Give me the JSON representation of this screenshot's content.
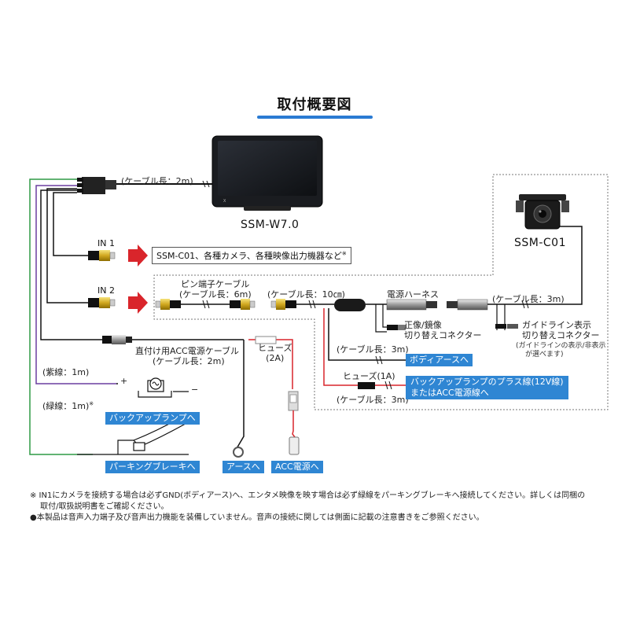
{
  "title": "取付概要図",
  "monitor": {
    "model": "SSM-W7.0",
    "cable_length": "(ケーブル長：2m)"
  },
  "camera": {
    "model": "SSM-C01"
  },
  "inputs": {
    "in1_label": "IN 1",
    "in1_dest": "SSM-C01、各種カメラ、各種映像出力機器など",
    "in1_note_mark": "※",
    "in2_label": "IN 2"
  },
  "pin_cable": {
    "line1": "ピン端子ケーブル",
    "line2": "(ケーブル長：6m)"
  },
  "cable_10cm": "(ケーブル長：10㎝)",
  "harness": "電源ハーネス",
  "camera_cable": "(ケーブル長：3m)",
  "mirror_connector": {
    "line1": "正像/鏡像",
    "line2": "切り替えコネクター"
  },
  "guide_connector": {
    "line1": "ガイドライン表示",
    "line2": "切り替えコネクター",
    "note1": "(ガイドラインの表示/非表示",
    "note2": "が選べます)"
  },
  "acc_cable": {
    "line1": "直付け用ACC電源ケーブル",
    "line2": "(ケーブル長：2m)"
  },
  "fuse_2a": {
    "line1": "ヒューズ",
    "line2": "(2A)"
  },
  "body_earth": {
    "cable": "(ケーブル長：3m)",
    "dest": "ボディアースへ"
  },
  "fuse_1a": {
    "label": "ヒューズ(1A)",
    "cable": "(ケーブル長：3m)"
  },
  "backup_plus": {
    "line1": "バックアップランプのプラス線(12V線)",
    "line2": "またはACC電源線へ"
  },
  "purple_wire": {
    "label": "(紫線：1m)",
    "dest": "バックアップランプへ",
    "plus": "+",
    "minus": "−"
  },
  "green_wire": {
    "label": "(緑線：1m)",
    "mark": "※",
    "dest": "パーキングブレーキへ"
  },
  "earth_dest": "アースへ",
  "acc_dest": "ACC電源へ",
  "notes": [
    "※ IN1にカメラを接続する場合は必ずGND(ボディアース)へ、エンタメ映像を映す場合は必ず緑線をパーキングブレーキへ接続してください。詳しくは同梱の",
    "　 取付/取扱説明書をご確認ください。",
    "●本製品は音声入力端子及び音声出力機能を装備していません。音声の接続に関しては側面に記載の注意書きをご参照ください。"
  ],
  "colors": {
    "accent": "#2f86d3",
    "red_wire": "#d9252b",
    "purple_wire": "#6b3fa0",
    "green_wire": "#2e9a45",
    "rca_yellow": "#e6c400"
  }
}
